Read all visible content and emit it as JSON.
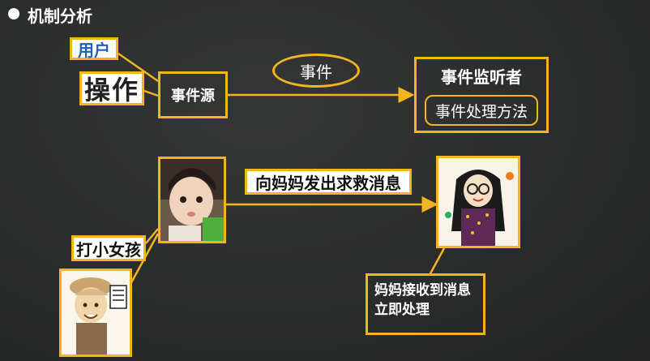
{
  "header": {
    "title": "机制分析"
  },
  "labels": {
    "user": "用户",
    "operation": "操作",
    "event_source": "事件源",
    "event": "事件",
    "listener_title": "事件监听者",
    "handler_method": "事件处理方法",
    "send_message": "向妈妈发出求救消息",
    "hit_girl": "打小女孩",
    "receive_handle": "妈妈接收到消息立即处理"
  },
  "colors": {
    "accent": "#f2b51f",
    "board": "#2a2b2b",
    "user_text": "#1f5fbf"
  },
  "icons": {
    "bullet": "bullet-dot",
    "arrow": "arrow-right"
  }
}
